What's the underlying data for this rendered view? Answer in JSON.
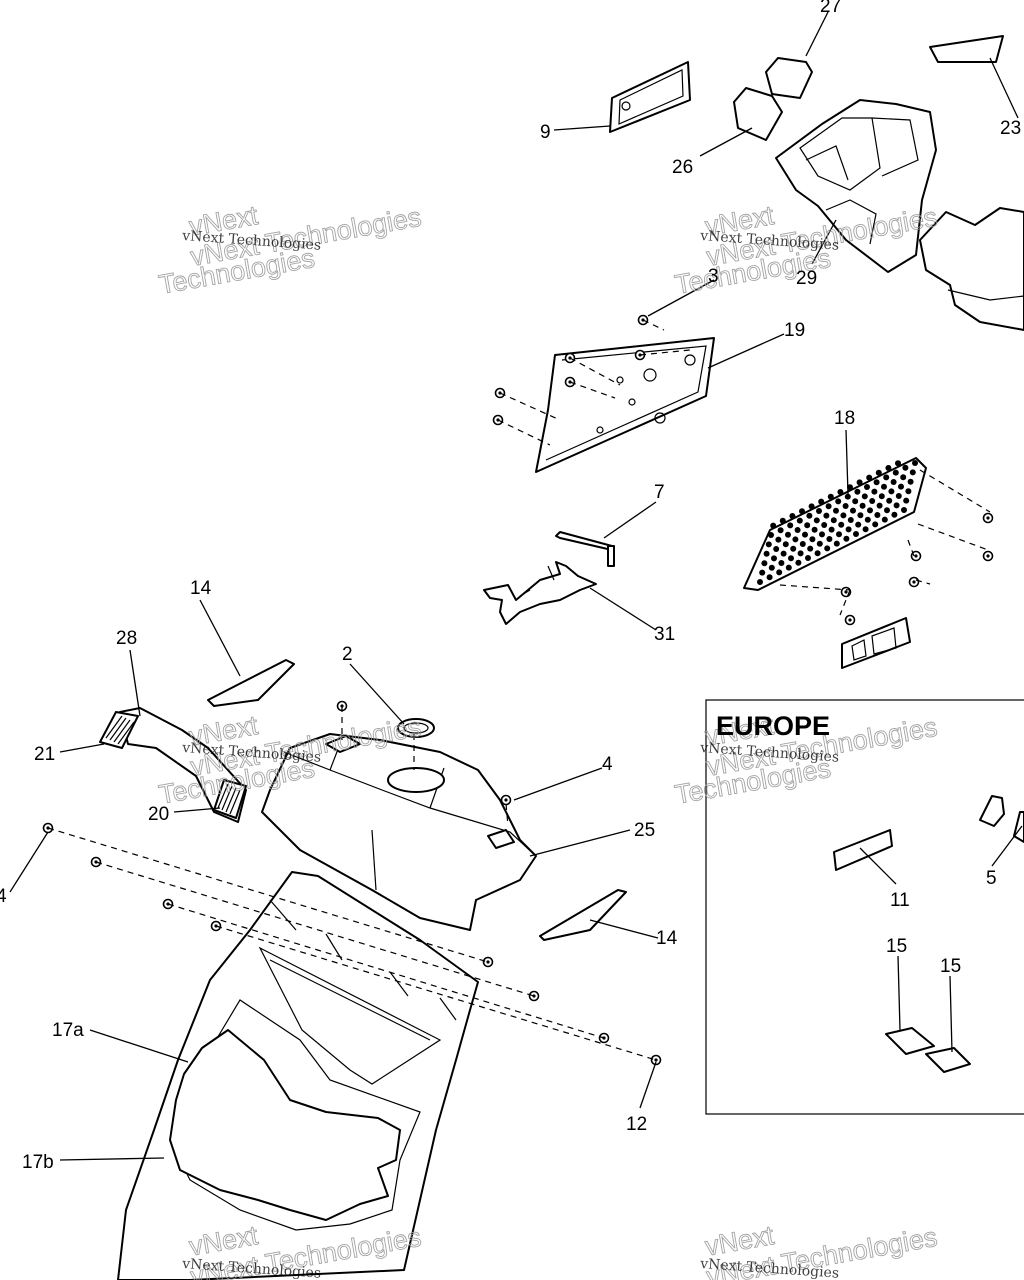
{
  "callouts": [
    {
      "id": "27",
      "label": "27"
    },
    {
      "id": "23",
      "label": "23"
    },
    {
      "id": "9",
      "label": "9"
    },
    {
      "id": "26",
      "label": "26"
    },
    {
      "id": "29",
      "label": "29"
    },
    {
      "id": "3",
      "label": "3"
    },
    {
      "id": "19",
      "label": "19"
    },
    {
      "id": "18",
      "label": "18"
    },
    {
      "id": "7",
      "label": "7"
    },
    {
      "id": "31",
      "label": "31"
    },
    {
      "id": "14a",
      "label": "14"
    },
    {
      "id": "28",
      "label": "28"
    },
    {
      "id": "2",
      "label": "2"
    },
    {
      "id": "21",
      "label": "21"
    },
    {
      "id": "20",
      "label": "20"
    },
    {
      "id": "4a",
      "label": "4"
    },
    {
      "id": "25",
      "label": "25"
    },
    {
      "id": "4b",
      "label": "4"
    },
    {
      "id": "14b",
      "label": "14"
    },
    {
      "id": "17a",
      "label": "17a"
    },
    {
      "id": "12",
      "label": "12"
    },
    {
      "id": "17b",
      "label": "17b"
    },
    {
      "id": "11",
      "label": "11"
    },
    {
      "id": "5",
      "label": "5"
    },
    {
      "id": "15a",
      "label": "15"
    },
    {
      "id": "15b",
      "label": "15"
    }
  ],
  "region_label": "EUROPE",
  "watermark": {
    "line1": "vNext Technologies",
    "line2": "vNext",
    "line3": "Technologies"
  }
}
